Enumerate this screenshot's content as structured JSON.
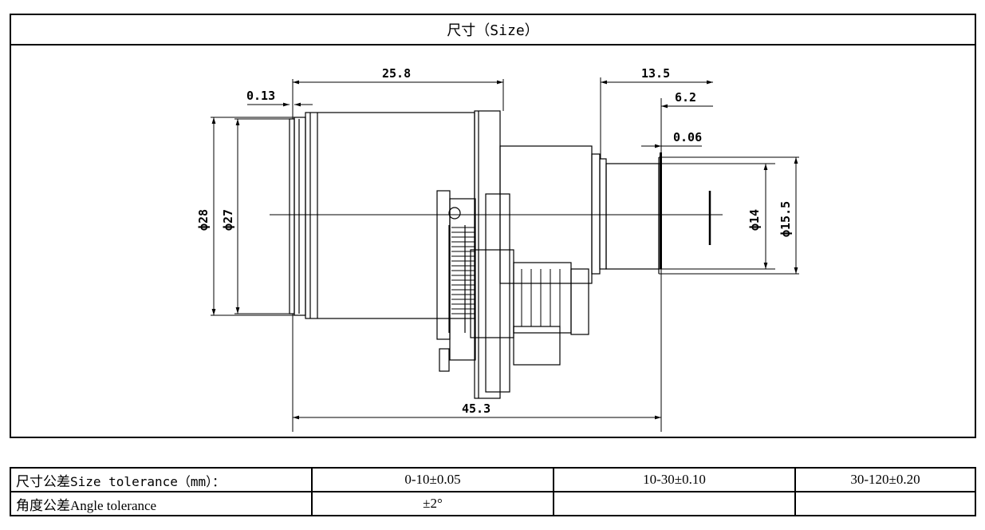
{
  "title": "尺寸（Size）",
  "dimensions": {
    "d_0_13": "0.13",
    "d_25_8": "25.8",
    "d_13_5": "13.5",
    "d_6_2": "6.2",
    "d_0_06": "0.06",
    "d_45_3": "45.3",
    "phi28": "ϕ28",
    "phi27": "ϕ27",
    "phi14": "ϕ14",
    "phi15_5": "ϕ15.5"
  },
  "tolerance": {
    "row1": {
      "label_cn": "尺寸公差",
      "label_en": "Size tolerance（mm）：",
      "v1": "0-10±0.05",
      "v2": "10-30±0.10",
      "v3": "30-120±0.20"
    },
    "row2": {
      "label_cn": "角度公差",
      "label_en": "Angle tolerance",
      "v1": "±2°",
      "v2": "",
      "v3": ""
    }
  }
}
